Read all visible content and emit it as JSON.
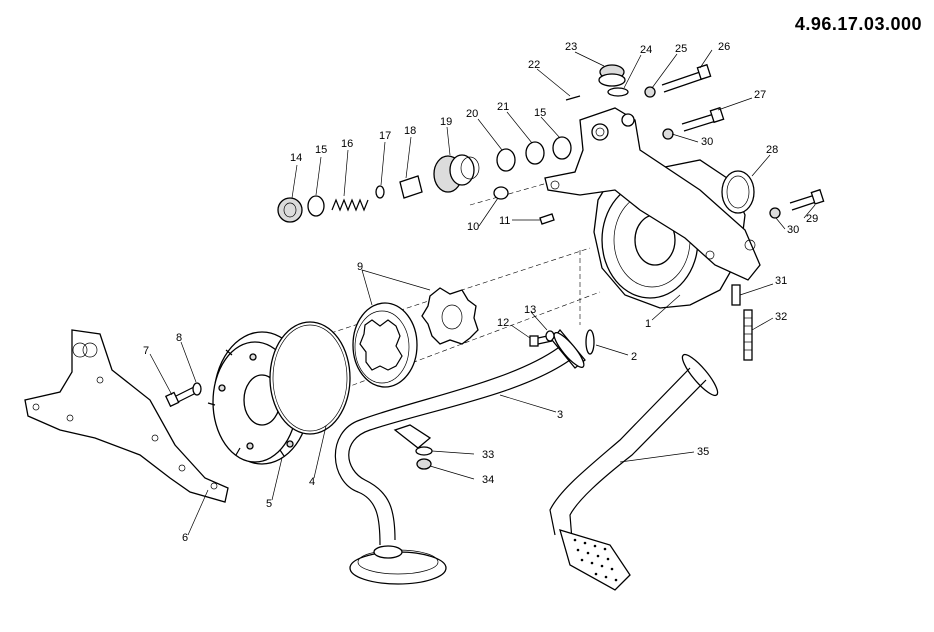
{
  "document_code": "4.96.17.03.000",
  "callouts": [
    "1",
    "2",
    "3",
    "4",
    "5",
    "6",
    "7",
    "8",
    "9",
    "10",
    "11",
    "12",
    "13",
    "14",
    "15",
    "15",
    "16",
    "17",
    "18",
    "19",
    "20",
    "21",
    "22",
    "23",
    "24",
    "25",
    "26",
    "27",
    "28",
    "29",
    "30",
    "30",
    "31",
    "32",
    "33",
    "34",
    "35"
  ]
}
